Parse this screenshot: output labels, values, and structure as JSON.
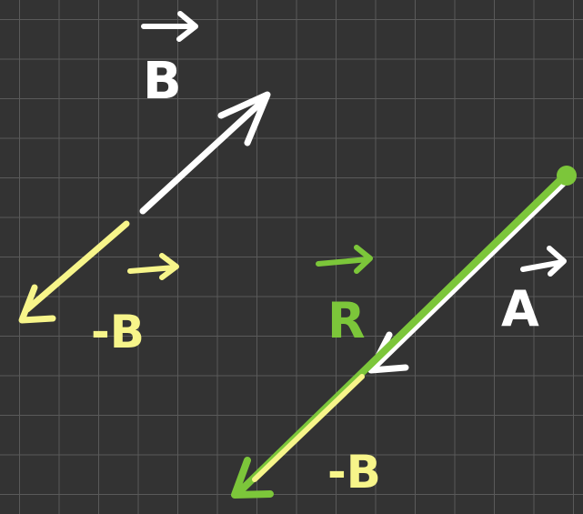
{
  "colors": {
    "background": "#333333",
    "grid": "#5a5a5a",
    "white_vector": "#ffffff",
    "yellow_vector": "#f7f58a",
    "green_vector": "#7cc63a"
  },
  "vectors": [
    {
      "id": "B",
      "label": "B",
      "color": "white",
      "has_arrow_over_label": true
    },
    {
      "id": "neg_B_left",
      "label": "-B",
      "color": "yellow",
      "has_arrow_over_label": true
    },
    {
      "id": "A",
      "label": "A",
      "color": "white",
      "has_arrow_over_label": true
    },
    {
      "id": "R",
      "label": "R",
      "color": "green",
      "has_arrow_over_label": true
    },
    {
      "id": "neg_B_bottom",
      "label": "-B",
      "color": "yellow",
      "has_arrow_over_label": false
    }
  ],
  "labels": {
    "b": "B",
    "neg_b_left": "-B",
    "a": "A",
    "r": "R",
    "neg_b_bottom": "-B"
  }
}
